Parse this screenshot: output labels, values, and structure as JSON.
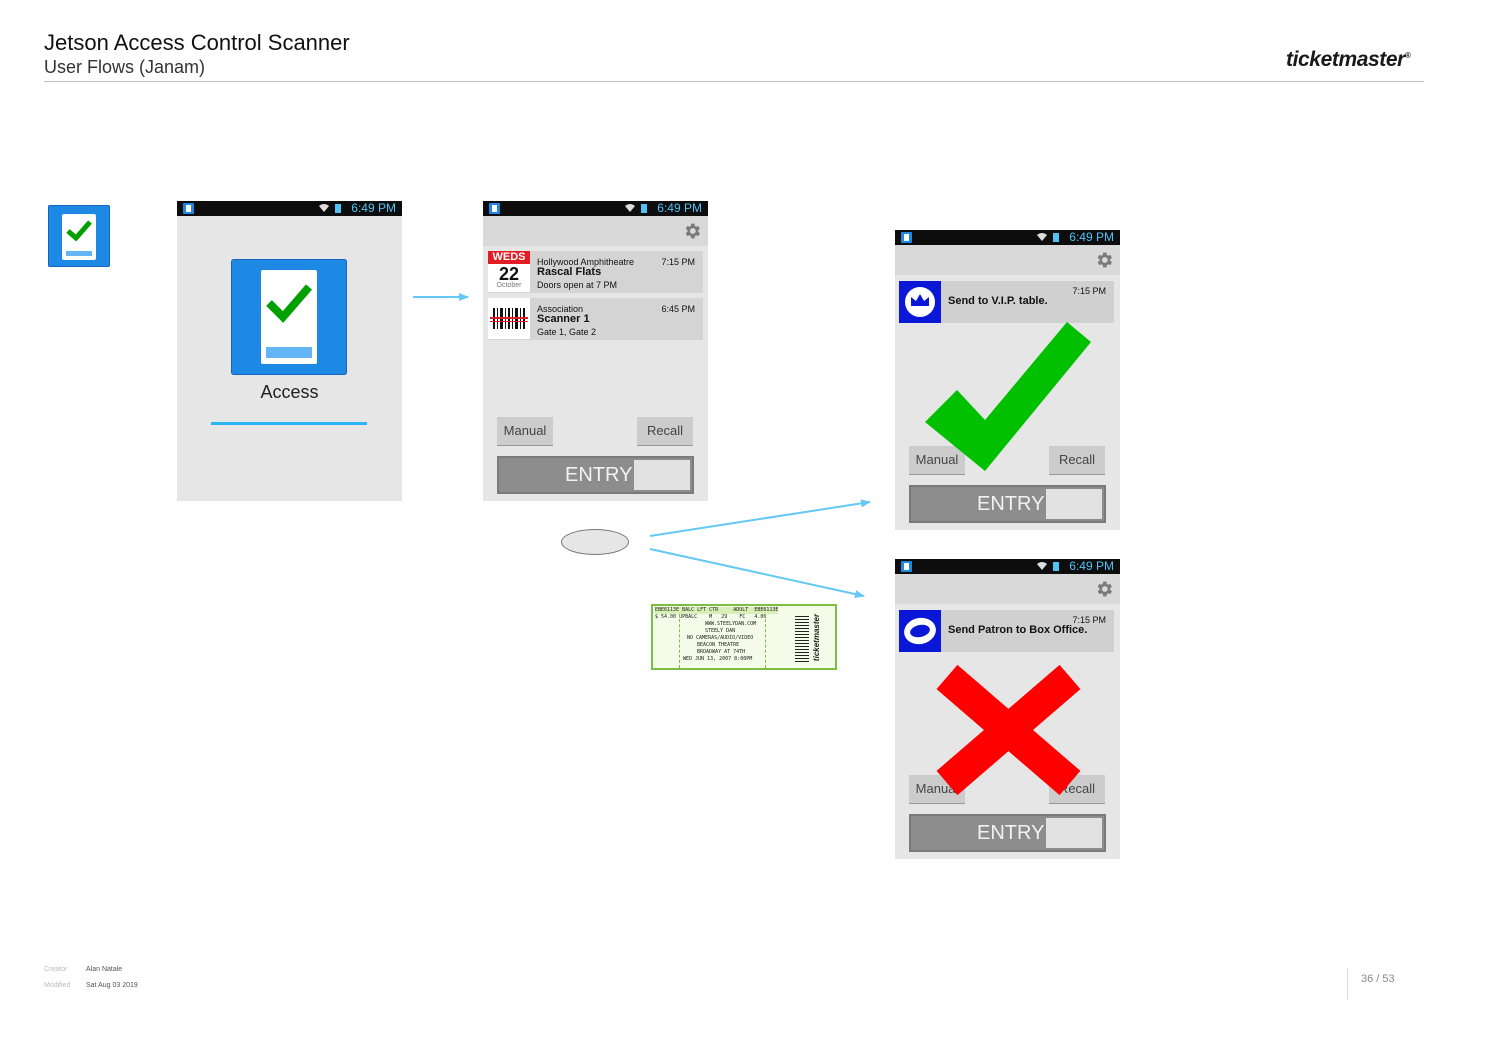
{
  "header": {
    "title": "Jetson Access Control Scanner",
    "subtitle": "User Flows (Janam)",
    "brand": "ticketmaster"
  },
  "colors": {
    "accent_blue": "#1e88e5",
    "status_time_blue": "#4fc3f7",
    "approve_green": "#00c000",
    "deny_red": "#ff0000",
    "arrow_blue": "#64c8f5",
    "vip_blue": "#0a17d6",
    "weds_red": "#e31b23"
  },
  "status_bar": {
    "time": "6:49 PM"
  },
  "splash": {
    "app_name": "Access",
    "loading_progress": 1.0
  },
  "event_list": {
    "events": [
      {
        "date_tile": {
          "weekday": "WEDS",
          "day": "22",
          "month": "October"
        },
        "venue": "Hollywood Amphitheatre",
        "name": "Rascal Flats",
        "detail": "Doors open at 7 PM",
        "time": "7:15 PM"
      },
      {
        "venue": "Association",
        "name": "Scanner 1",
        "detail": "Gate 1, Gate 2",
        "time": "6:45 PM"
      }
    ]
  },
  "controls": {
    "manual_label": "Manual",
    "recall_label": "Recall",
    "entry_label": "ENTRY"
  },
  "result_success": {
    "time": "7:15 PM",
    "message": "Send to V.I.P. table.",
    "icon": "crown-icon"
  },
  "result_fail": {
    "time": "7:15 PM",
    "message": "Send Patron to Box Office.",
    "icon": "box-office-icon"
  },
  "ticket": {
    "row1": "EBE6113E BALC LFT CTR     ADULT  EBE6113E",
    "row2": "$ 54.00 UPBALC    M   29    FC   4.00",
    "row3": "WWW.STEELYDAN.COM",
    "row4": "STEELY DAN",
    "row5": "NO CAMERAS/AUDIO/VIDEO",
    "row6": "BEACON THEATRE",
    "row7": "BROADWAY AT 74TH",
    "row8": "WED JUN 13, 2007 8:00PM",
    "brand": "ticketmaster"
  },
  "footer": {
    "creator_label": "Creator",
    "creator_value": "Alan Natale",
    "modified_label": "Modified",
    "modified_value": "Sat Aug 03 2019",
    "page": "36 / 53"
  }
}
